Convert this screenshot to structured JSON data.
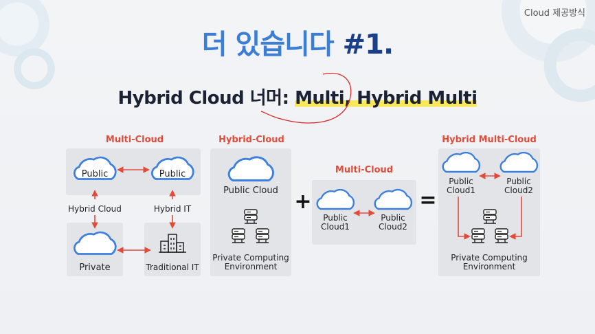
{
  "corner_label": "Cloud 제공방식",
  "title": {
    "text": "더 있습니다 ",
    "number": "#1."
  },
  "subtitle": {
    "prefix": "Hybrid Cloud 너머: ",
    "highlight": "Multi, Hybrid Multi"
  },
  "multi_cloud": {
    "title": "Multi-Cloud",
    "public_left": "Public",
    "public_right": "Public",
    "label_left": "Hybrid Cloud",
    "label_right": "Hybrid IT",
    "private": "Private",
    "traditional": "Traditional IT"
  },
  "hybrid_cloud": {
    "title": "Hybrid-Cloud",
    "public": "Public Cloud",
    "private_line1": "Private Computing",
    "private_line2": "Environment"
  },
  "plus": "+",
  "multi_cloud_small": {
    "title": "Multi-Cloud",
    "cloud1_line1": "Public",
    "cloud1_line2": "Cloud1",
    "cloud2_line1": "Public",
    "cloud2_line2": "Cloud2"
  },
  "equals": "=",
  "hybrid_multi": {
    "title": "Hybrid Multi-Cloud",
    "cloud1_line1": "Public",
    "cloud1_line2": "Cloud1",
    "cloud2_line1": "Public",
    "cloud2_line2": "Cloud2",
    "private_line1": "Private Computing",
    "private_line2": "Environment"
  },
  "colors": {
    "accent_blue": "#3c7ed6",
    "dark_blue": "#1a3f88",
    "red": "#e24b3a",
    "highlight": "#f8e85a"
  }
}
